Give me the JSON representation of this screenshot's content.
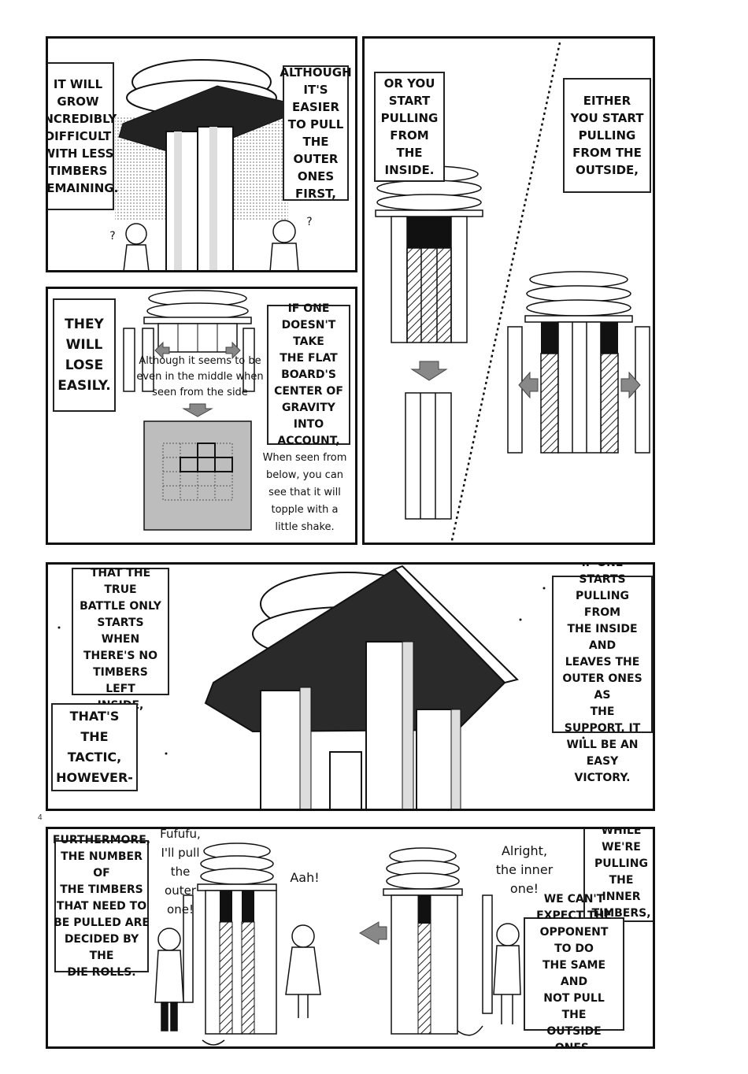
{
  "panel1": {
    "caption_left": "IT WILL\nGROW\nINCREDIBLY\nDIFFICULT\nWITH LESS\nTIMBERS\nREMAINING.",
    "caption_right": "ALTHOUGH\nIT'S\nEASIER\nTO PULL\nTHE OUTER\nONES\nFIRST,",
    "sfx_left": "?",
    "sfx_right": "?"
  },
  "panel2": {
    "caption_inside": "OR YOU\nSTART\nPULLING\nFROM THE\nINSIDE.",
    "caption_outside": "EITHER\nYOU START\nPULLING\nFROM THE\nOUTSIDE,"
  },
  "panel3": {
    "caption_lose": "THEY\nWILL\nLOSE\nEASILY.",
    "note_side": "Although it seems to be\neven in the middle when\nseen from the side",
    "caption_gravity": "IF ONE\nDOESN'T TAKE\nTHE FLAT\nBOARD'S\nCENTER OF\nGRAVITY INTO\nACCOUNT,",
    "note_below": "When seen from\nbelow, you can\nsee that it will\ntopple with a\nlittle shake."
  },
  "panel4": {
    "caption_true_battle": "YOU CAN SAY\nTHAT THE TRUE\nBATTLE ONLY\nSTARTS WHEN\nTHERE'S NO\nTIMBERS LEFT\nINSIDE,",
    "caption_tactic": "THAT'S THE\nTACTIC,\nHOWEVER-",
    "caption_comparison": "IN COMPARISON,\nIF ONE STARTS\nPULLING FROM\nTHE INSIDE AND\nLEAVES THE\nOUTER ONES AS\nTHE SUPPORT, IT\nWILL BE AN\nEASY VICTORY."
  },
  "page_number": "4",
  "panel5": {
    "caption_furthermore": "FURTHERMORE,\nTHE NUMBER OF\nTHE TIMBERS\nTHAT NEED TO\nBE PULLED ARE\nDECIDED BY THE\nDIE ROLLS.",
    "speech_fufufu": "Fufufu,\nI'll pull\nthe\nouter\none!",
    "speech_aah": "Aah!",
    "speech_alright": "Alright,\nthe inner\none!",
    "caption_while": "WHILE\nWE'RE\nPULLING\nTHE INNER\nTIMBERS,",
    "caption_expect": "WE CAN'T\nEXPECT THE\nOPPONENT TO DO\nTHE SAME AND\nNOT PULL THE\nOUTSIDE ONES."
  },
  "colors": {
    "ink": "#111111",
    "screentone": "#9a9a9a",
    "black_block": "#111111",
    "arrow_gray": "#8a8a8a"
  }
}
